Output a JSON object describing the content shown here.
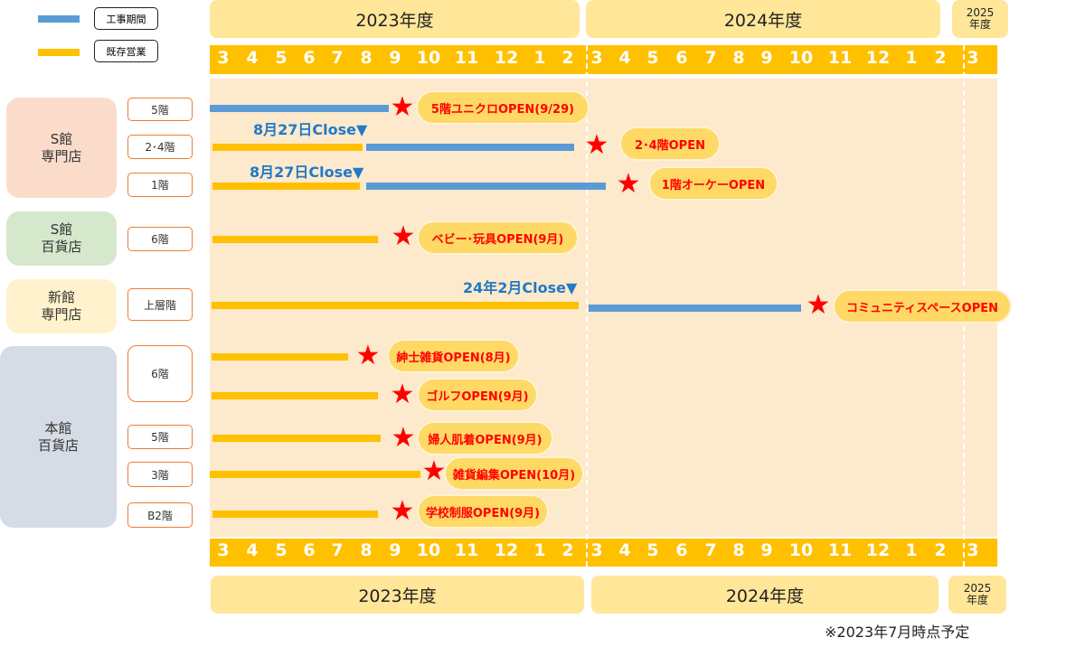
{
  "legend": {
    "construction": "工事期間",
    "existing": "既存営業"
  },
  "years": {
    "y2023": "2023年度",
    "y2024": "2024年度",
    "y2025_a": "2025",
    "y2025_b": "年度"
  },
  "months": [
    "3",
    "4",
    "5",
    "6",
    "7",
    "8",
    "9",
    "10",
    "11",
    "12",
    "1",
    "2",
    "3",
    "4",
    "5",
    "6",
    "7",
    "8",
    "9",
    "10",
    "11",
    "12",
    "1",
    "2",
    "3"
  ],
  "buildings": {
    "s_senmon": "S館\n専門店",
    "s_hyakka": "S館\n百貨店",
    "shinkan": "新館\n専門店",
    "honkan": "本館\n百貨店"
  },
  "floors": {
    "s5": "5階",
    "s24": "2･4階",
    "s1": "1階",
    "sd6": "6階",
    "shin": "上層階",
    "h6": "6階",
    "h5": "5階",
    "h3": "3階",
    "hb2": "B2階"
  },
  "events": {
    "s5": "5階ユニクロOPEN(9/29)",
    "s24": "2･4階OPEN",
    "s1": "1階オーケーOPEN",
    "sd6": "ベビー･玩具OPEN(9月)",
    "shin": "コミュニティスペースOPEN",
    "h6a": "紳士雑貨OPEN(8月)",
    "h6b": "ゴルフOPEN(9月)",
    "h5": "婦人肌着OPEN(9月)",
    "h3": "雑貨編集OPEN(10月)",
    "hb2": "学校制服OPEN(9月)"
  },
  "close_labels": {
    "s24": "8月27日Close▼",
    "s1": "8月27日Close▼",
    "shin": "24年2月Close▼"
  },
  "footnote": "※2023年7月時点予定",
  "colors": {
    "construction": "#5b9bd5",
    "existing": "#ffc000",
    "star": "#ff0000"
  }
}
